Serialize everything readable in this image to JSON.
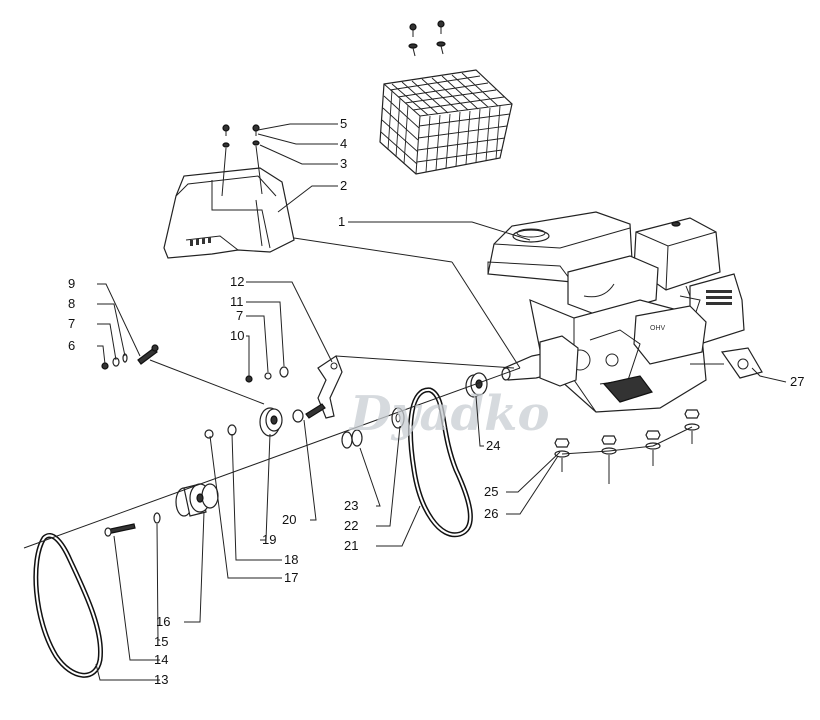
{
  "diagram": {
    "watermark": "Dyadko",
    "callouts": [
      "1",
      "2",
      "3",
      "4",
      "5",
      "6",
      "7",
      "7",
      "8",
      "9",
      "10",
      "11",
      "12",
      "13",
      "14",
      "15",
      "16",
      "17",
      "18",
      "19",
      "20",
      "21",
      "22",
      "23",
      "24",
      "25",
      "26",
      "27"
    ]
  }
}
